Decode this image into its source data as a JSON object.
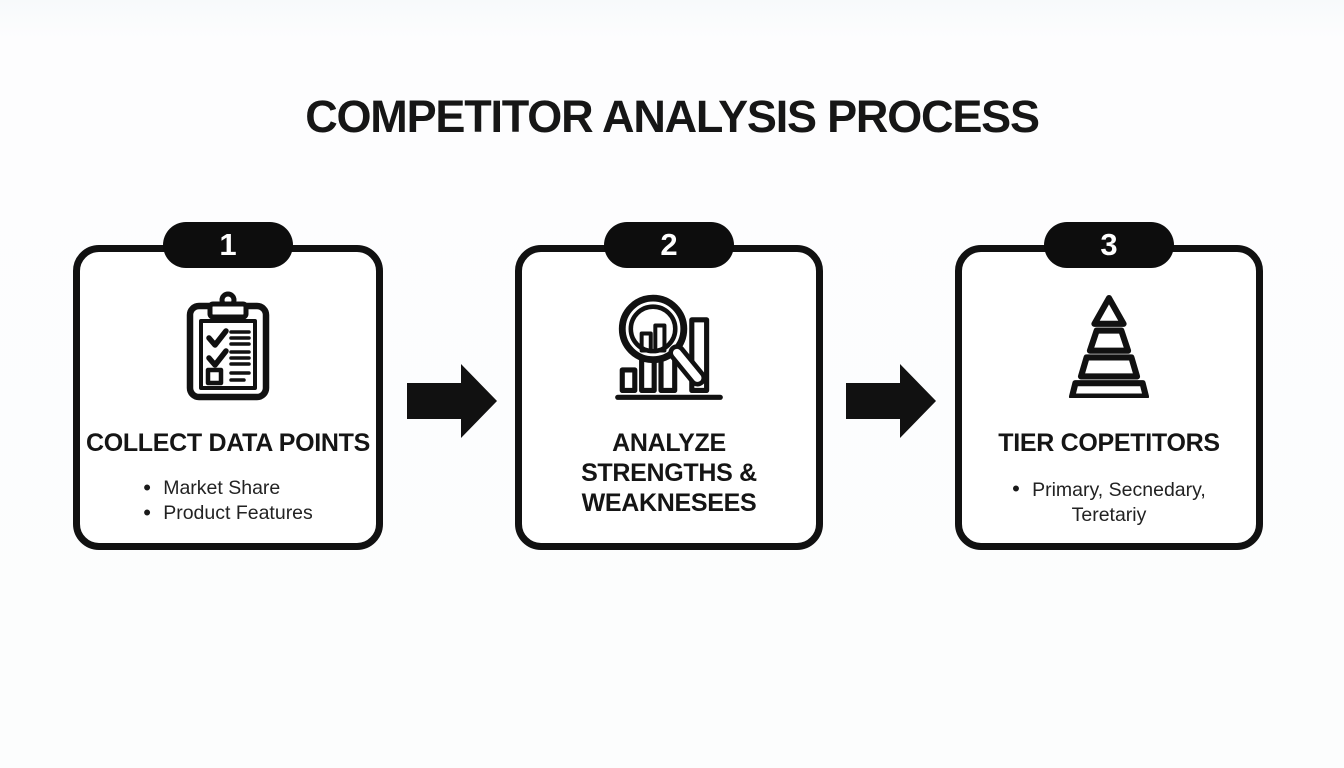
{
  "page": {
    "title": "COMPETITOR ANALYSIS PROCESS"
  },
  "colors": {
    "background": "#fcfdfd",
    "ink": "#161616",
    "card_border": "#111111",
    "badge_background": "#0d0d0d",
    "badge_text": "#ffffff",
    "arrow": "#111111"
  },
  "steps": [
    {
      "number": "1",
      "icon": "clipboard-checklist-icon",
      "title": "COLLECT DATA POINTS",
      "bullets": [
        "Market Share",
        "Product Features"
      ]
    },
    {
      "number": "2",
      "icon": "magnifier-bar-chart-icon",
      "title_line1": "ANALYZE",
      "title_line2": "STRENGTHS &",
      "title_line3": "WEAKNESEES"
    },
    {
      "number": "3",
      "icon": "tier-pyramid-icon",
      "title": "TIER COPETITORS",
      "bullet_line1": "Primary, Secnedary,",
      "bullet_line2": "Teretariy"
    }
  ]
}
